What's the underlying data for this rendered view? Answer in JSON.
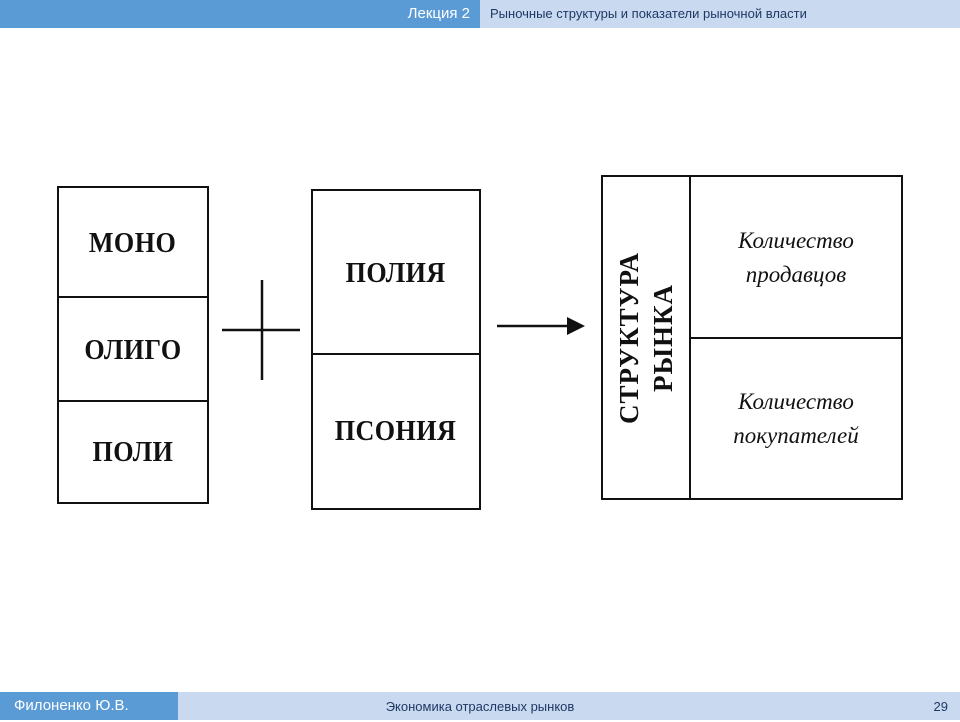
{
  "header": {
    "lecture": "Лекция 2",
    "title": "Рыночные структуры и показатели рыночной власти"
  },
  "footer": {
    "author": "Филоненко Ю.В.",
    "course": "Экономика отраслевых рынков",
    "page": "29"
  },
  "diagram": {
    "sellers_prefixes": [
      "МОНО",
      "ОЛИГО",
      "ПОЛИ"
    ],
    "buyers_suffixes": [
      "ПОЛИЯ",
      "ПСОНИЯ"
    ],
    "operator": "+",
    "result": {
      "title": "СТРУКТУРА\nРЫНКА",
      "rows": [
        "Количество\nпродавцов",
        "Количество\nпокупателей"
      ]
    }
  }
}
